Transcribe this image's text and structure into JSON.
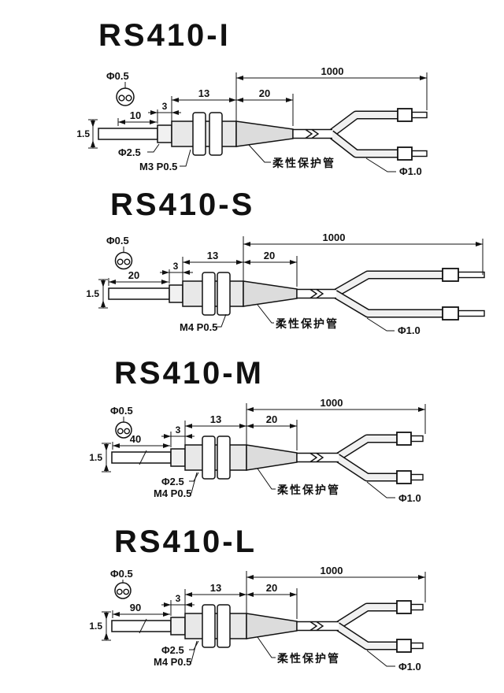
{
  "colors": {
    "line": "#111111",
    "body_fill": "#e8e8e8",
    "collar_fill": "#f1f1f1",
    "tube_fill": "#dcdcdc",
    "branch_fill": "#f0f0f0",
    "background": "#ffffff"
  },
  "diagrams": [
    {
      "model": "RS410-I",
      "fiber_label": "Φ0.5",
      "tip_length": "10",
      "tip_diameter": "1.5",
      "collar_length": "3",
      "collar_diameter": "Φ2.5",
      "thread_length": "13",
      "thread_spec": "M3 P0.5",
      "tube_length": "20",
      "cable_length": "1000",
      "tube_label": "柔性保护管",
      "cable_diameter": "Φ1.0"
    },
    {
      "model": "RS410-S",
      "fiber_label": "Φ0.5",
      "tip_length": "20",
      "tip_diameter": "1.5",
      "collar_length": "3",
      "thread_length": "13",
      "thread_spec": "M4 P0.5",
      "tube_length": "20",
      "cable_length": "1000",
      "tube_label": "柔性保护管",
      "cable_diameter": "Φ1.0"
    },
    {
      "model": "RS410-M",
      "fiber_label": "Φ0.5",
      "tip_length": "40",
      "tip_diameter": "1.5",
      "collar_length": "3",
      "collar_diameter": "Φ2.5",
      "thread_length": "13",
      "thread_spec": "M4 P0.5",
      "tube_length": "20",
      "cable_length": "1000",
      "tube_label": "柔性保护管",
      "cable_diameter": "Φ1.0"
    },
    {
      "model": "RS410-L",
      "fiber_label": "Φ0.5",
      "tip_length": "90",
      "tip_diameter": "1.5",
      "collar_length": "3",
      "collar_diameter": "Φ2.5",
      "thread_length": "13",
      "thread_spec": "M4 P0.5",
      "tube_length": "20",
      "cable_length": "1000",
      "tube_label": "柔性保护管",
      "cable_diameter": "Φ1.0"
    }
  ]
}
